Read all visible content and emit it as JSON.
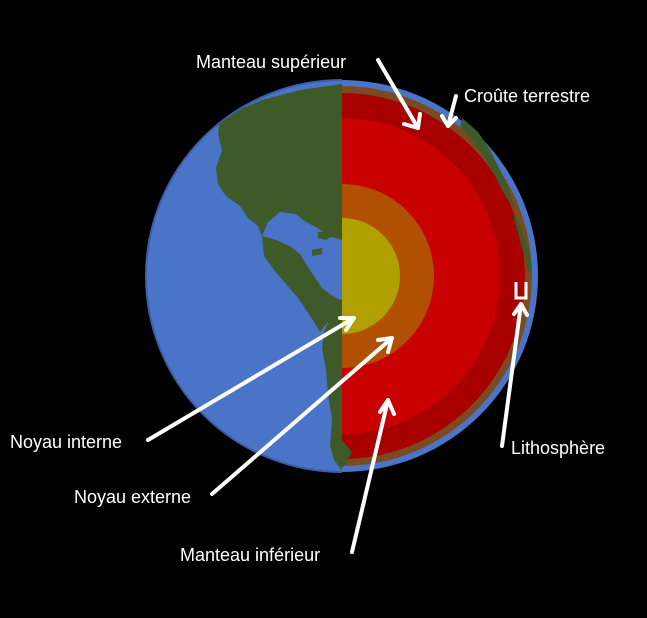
{
  "diagram": {
    "labels": {
      "manteau_superieur": "Manteau supérieur",
      "croute_terrestre": "Croûte terrestre",
      "lithosphere": "Lithosphère",
      "noyau_interne": "Noyau interne",
      "noyau_externe": "Noyau externe",
      "manteau_inferieur": "Manteau inférieur"
    },
    "colors": {
      "background": "#000000",
      "ocean": "#4a74c8",
      "land": "#3e5a28",
      "crust": "#7a4a20",
      "upper_mantle": "#a80000",
      "lower_mantle": "#c80000",
      "outer_core": "#b05000",
      "inner_core": "#b0a000",
      "arrow": "#ffffff"
    }
  }
}
